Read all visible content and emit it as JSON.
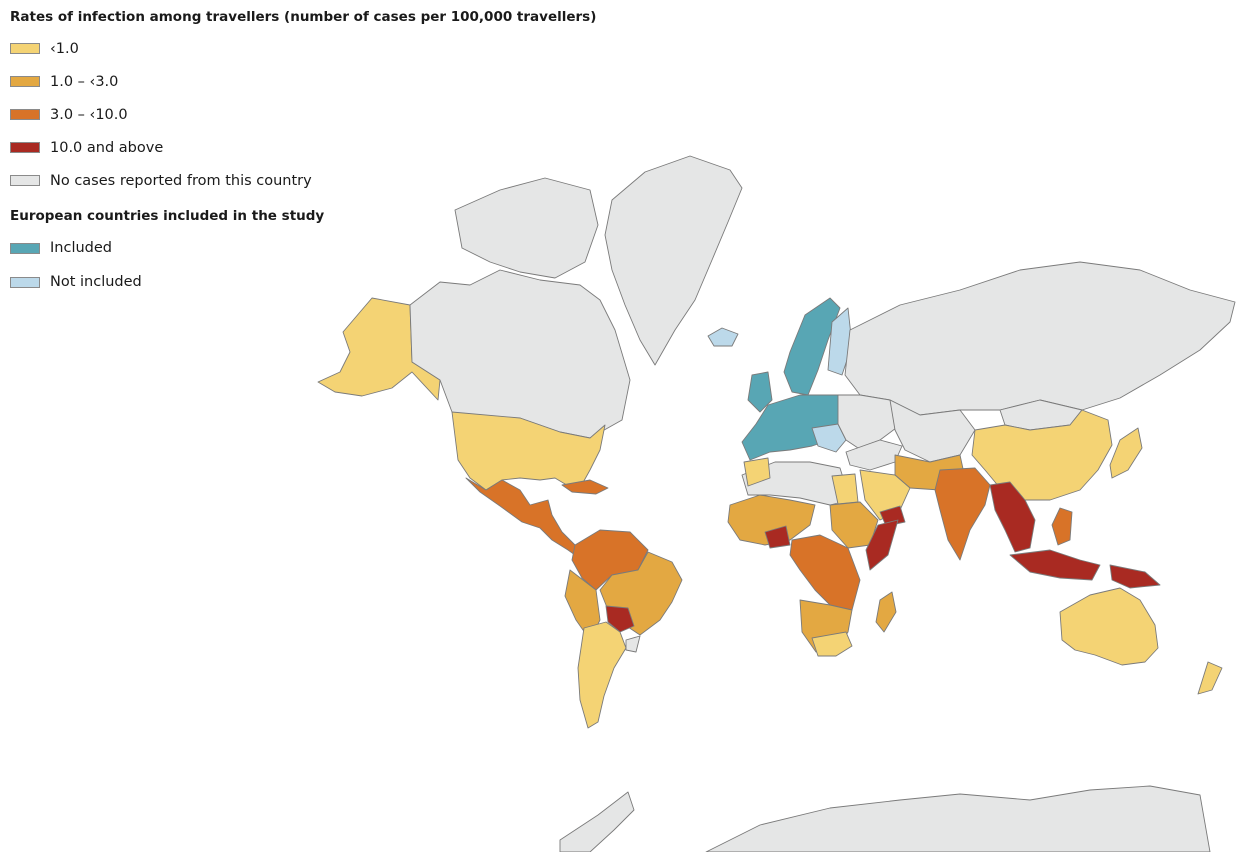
{
  "legend": {
    "rates_title": "Rates of infection among travellers (number of cases per 100,000 travellers)",
    "rate_classes": [
      {
        "label": "‹1.0",
        "color": "#f4d374"
      },
      {
        "label": "1.0 – ‹3.0",
        "color": "#e3a842"
      },
      {
        "label": "3.0 – ‹10.0",
        "color": "#d87328"
      },
      {
        "label": "10.0 and above",
        "color": "#a92a22"
      },
      {
        "label": "No cases reported from this country",
        "color": "#e5e6e6"
      }
    ],
    "study_title": "European countries included in the study",
    "study_classes": [
      {
        "label": "Included",
        "color": "#58a6b4"
      },
      {
        "label": "Not included",
        "color": "#bcd9ea"
      }
    ]
  }
}
